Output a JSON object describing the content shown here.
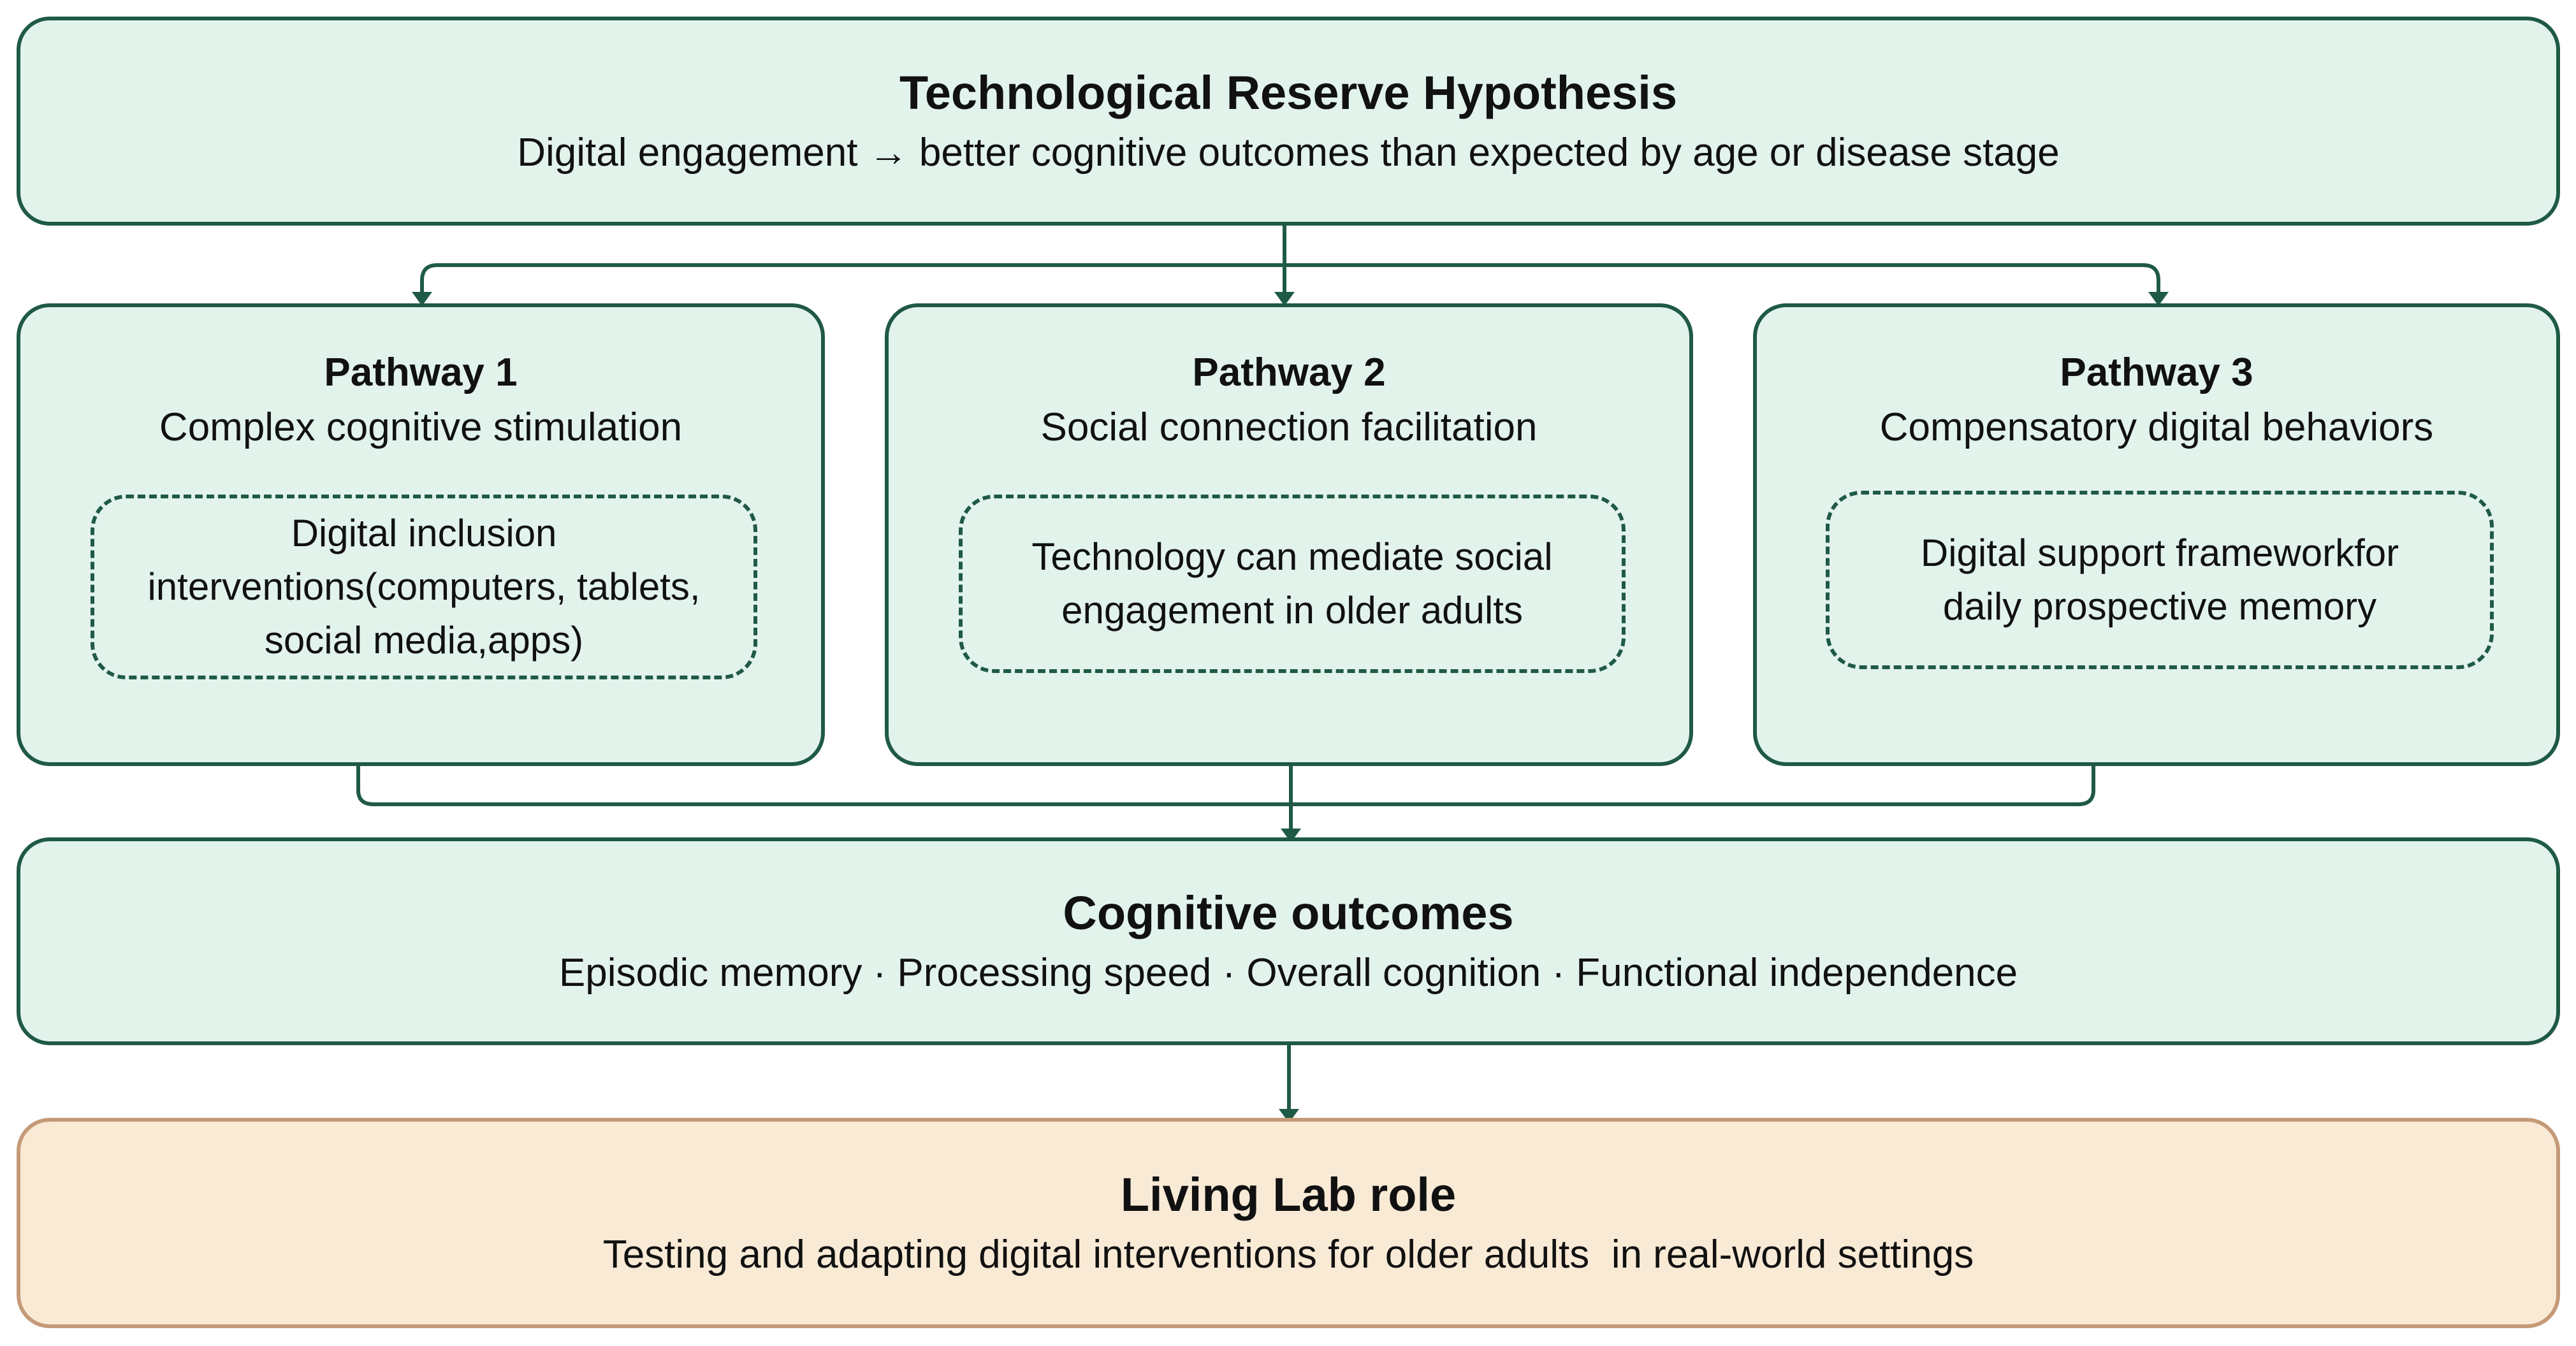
{
  "hypothesis": {
    "title": "Technological Reserve Hypothesis",
    "subtitle": "Digital engagement → better cognitive outcomes than expected by age or disease stage"
  },
  "pathways": [
    {
      "title": "Pathway 1",
      "subtitle": "Complex cognitive stimulation",
      "detail": "Digital inclusion interventions(computers, tablets, social media,apps)"
    },
    {
      "title": "Pathway 2",
      "subtitle": "Social connection facilitation",
      "detail": "Technology can mediate social engagement in older adults"
    },
    {
      "title": "Pathway 3",
      "subtitle": "Compensatory digital behaviors",
      "detail": "Digital support frameworkfor daily prospective memory"
    }
  ],
  "outcomes": {
    "title": "Cognitive outcomes",
    "subtitle": "Episodic memory · Processing speed · Overall cognition · Functional independence"
  },
  "living_lab": {
    "title": "Living Lab role",
    "subtitle": "Testing and adapting digital interventions for older adults  in real-world settings"
  },
  "colors": {
    "box_fill": "#e2f3ec",
    "box_border": "#1f5a44",
    "lab_fill": "#f9ead6",
    "lab_border": "#c49a78"
  }
}
